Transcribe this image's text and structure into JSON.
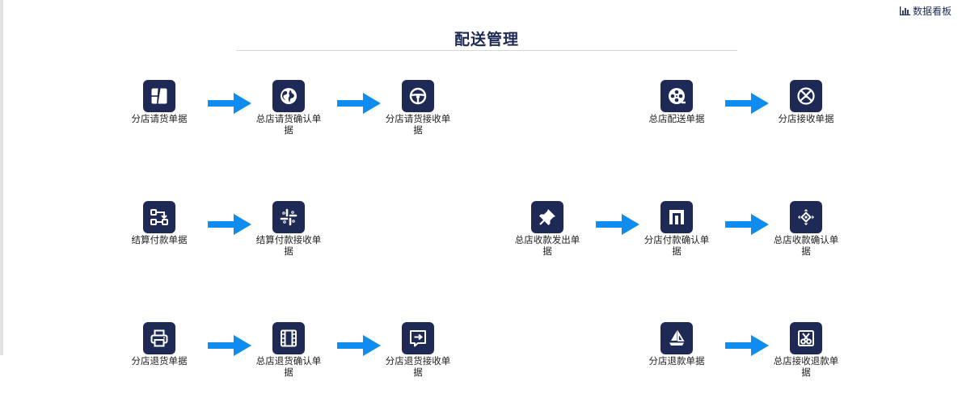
{
  "header": {
    "dashboard_link": "数据看板",
    "title": "配送管理"
  },
  "colors": {
    "tile": "#1e2a55",
    "arrow": "#0e8cf0",
    "title": "#1e2a55"
  },
  "flows": {
    "request": [
      {
        "label": "分店请货单据",
        "icon": "split-square-icon"
      },
      {
        "label": "总店请货确认单据",
        "icon": "globe-icon"
      },
      {
        "label": "分店请货接收单据",
        "icon": "steering-wheel-icon"
      }
    ],
    "delivery": [
      {
        "label": "总店配送单据",
        "icon": "film-reel-icon"
      },
      {
        "label": "分店接收单据",
        "icon": "xbox-icon"
      }
    ],
    "settlement": [
      {
        "label": "结算付款单据",
        "icon": "workflow-icon"
      },
      {
        "label": "结算付款接收单据",
        "icon": "slack-icon"
      }
    ],
    "collection": [
      {
        "label": "总店收款发出单据",
        "icon": "pin-icon"
      },
      {
        "label": "分店付款确认单据",
        "icon": "frame-icon"
      },
      {
        "label": "总店收款确认单据",
        "icon": "move-diamond-icon"
      }
    ],
    "return": [
      {
        "label": "分店退货单据",
        "icon": "printer-icon"
      },
      {
        "label": "总店退货确认单据",
        "icon": "film-strip-icon"
      },
      {
        "label": "分店退货接收单据",
        "icon": "share-box-icon"
      }
    ],
    "refund": [
      {
        "label": "分店退款单据",
        "icon": "sailboat-icon"
      },
      {
        "label": "总店接收退款单据",
        "icon": "scissors-icon"
      }
    ]
  }
}
